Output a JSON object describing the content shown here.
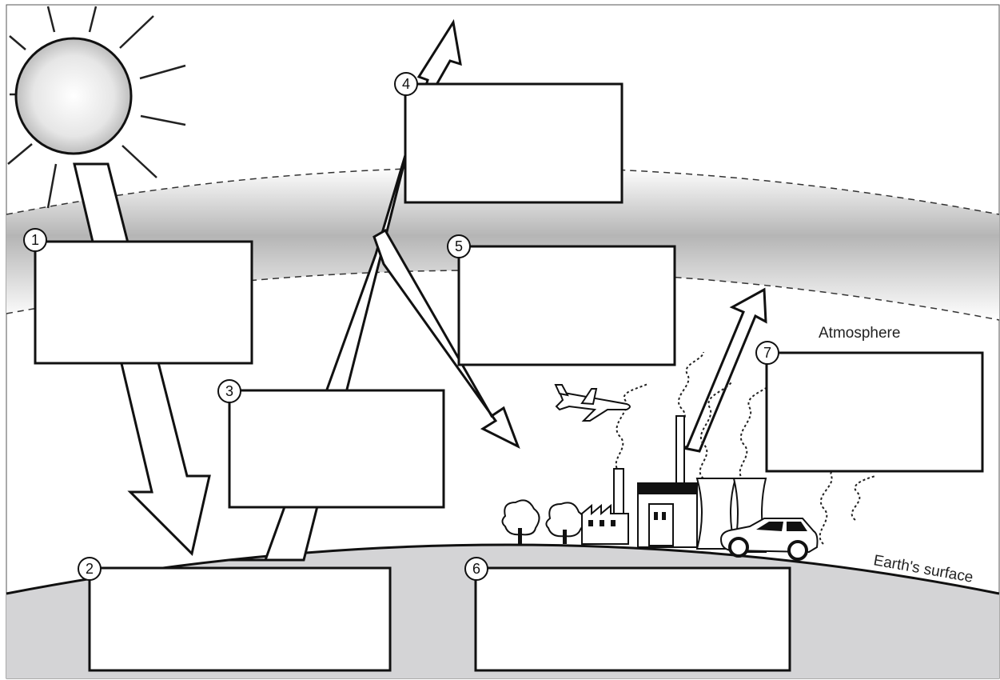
{
  "labels": {
    "atmosphere": "Atmosphere",
    "earth_surface": "Earth's surface"
  },
  "boxes": [
    {
      "number": "1"
    },
    {
      "number": "2"
    },
    {
      "number": "3"
    },
    {
      "number": "4"
    },
    {
      "number": "5"
    },
    {
      "number": "6"
    },
    {
      "number": "7"
    }
  ],
  "colors": {
    "atmosphere_band": "#b9b9b9",
    "ground": "#d4d4d6",
    "ink": "#111111"
  },
  "icons": [
    "sun-icon",
    "airplane-icon",
    "factory-icon",
    "power-plant-icon",
    "tree-icon",
    "car-icon"
  ]
}
